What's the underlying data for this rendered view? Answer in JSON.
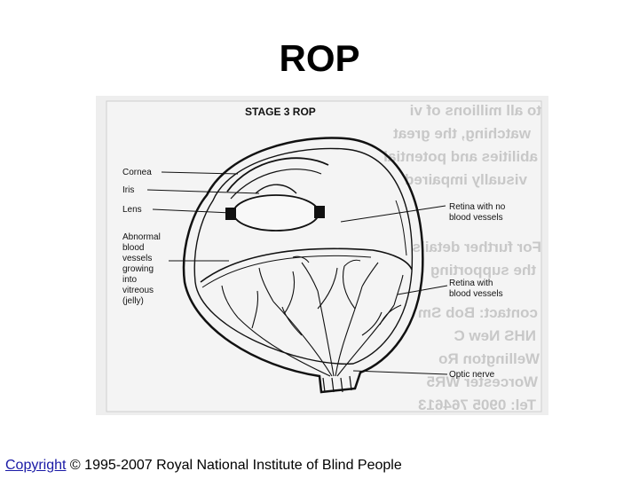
{
  "slide": {
    "title": "ROP"
  },
  "diagram": {
    "heading": "STAGE 3 ROP",
    "labels": {
      "cornea": "Cornea",
      "iris": "Iris",
      "lens": "Lens",
      "abnormal_1": "Abnormal",
      "abnormal_2": "blood",
      "abnormal_3": "vessels",
      "abnormal_4": "growing",
      "abnormal_5": "into",
      "abnormal_6": "vitreous",
      "abnormal_7": "(jelly)",
      "retina_no_1": "Retina with no",
      "retina_no_2": "blood vessels",
      "retina_with_1": "Retina with",
      "retina_with_2": "blood vessels",
      "optic_nerve": "Optic nerve"
    },
    "bleed_through_text": [
      "to all millions of vi",
      "watching, the great",
      "abilities and potential",
      "visually impaired",
      "For further details",
      "the supporting",
      "contact: Bob Sm",
      "NHS New C",
      "Wellington Ro",
      "Worcester WR5",
      "Tel: 0905 764613"
    ]
  },
  "footer": {
    "link_text": "Copyright",
    "rest": " © 1995-2007 Royal National Institute of Blind People"
  },
  "colors": {
    "figure_background": "#eeeeee",
    "ink": "#111111",
    "link": "#1a1aa6"
  }
}
